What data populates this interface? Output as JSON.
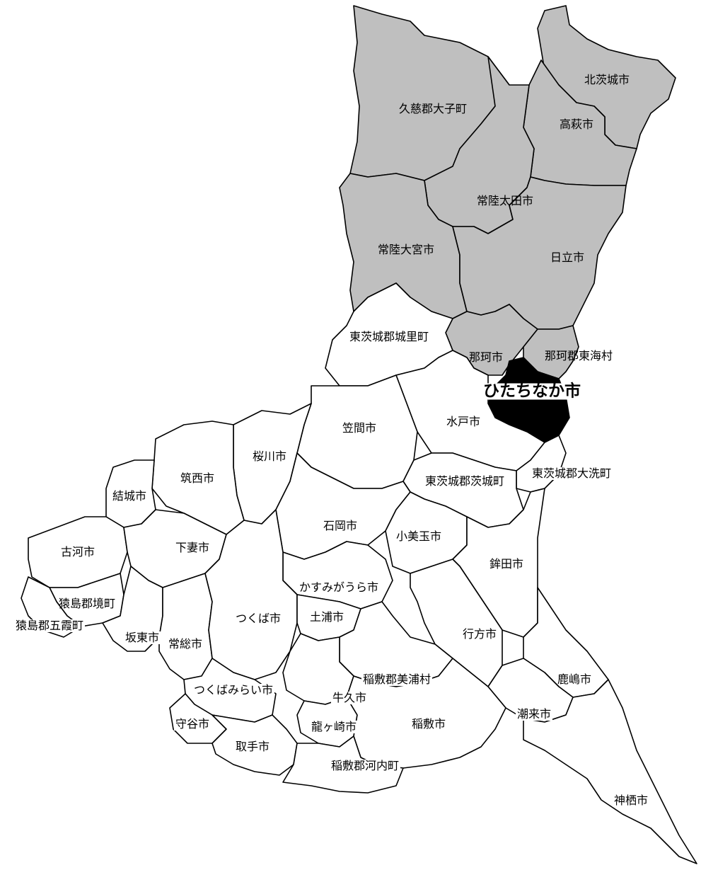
{
  "colors": {
    "highlight": "#000000",
    "neighbor": "#bfbfbf",
    "other": "#ffffff",
    "border": "#000000"
  },
  "highlight": {
    "name": "ひたちなか市"
  },
  "neighbors": [
    "久慈郡大子町",
    "北茨城市",
    "高萩市",
    "常陸太田市",
    "常陸大宮市",
    "日立市",
    "那珂市",
    "那珂郡東海村"
  ],
  "labels": {
    "daigo": "久慈郡大子町",
    "kitaibaraki": "北茨城市",
    "takahagi": "高萩市",
    "hitachiota": "常陸太田市",
    "hitachiomiya": "常陸大宮市",
    "hitachi": "日立市",
    "naka": "那珂市",
    "tokai": "那珂郡東海村",
    "hitachinaka": "ひたちなか市",
    "shirosato": "東茨城郡城里町",
    "kasama": "笠間市",
    "mito": "水戸市",
    "oarai": "東茨城郡大洗町",
    "ibarakimachi": "東茨城郡茨城町",
    "sakuragawa": "桜川市",
    "chikusei": "筑西市",
    "yuki": "結城市",
    "koga": "古河市",
    "shimotsuma": "下妻市",
    "ishioka": "石岡市",
    "omitama": "小美玉市",
    "hokota": "鉾田市",
    "kasumigaura": "かすみがうら市",
    "sakai": "猿島郡境町",
    "goka": "猿島郡五霞町",
    "bando": "坂東市",
    "joso": "常総市",
    "tsukuba": "つくば市",
    "tsuchiura": "土浦市",
    "namegata": "行方市",
    "miho": "稲敷郡美浦村",
    "kashima": "鹿嶋市",
    "tsukubamirai": "つくばみらい市",
    "ushiku": "牛久市",
    "itako": "潮来市",
    "moriya": "守谷市",
    "ryugasaki": "龍ヶ崎市",
    "inashiki": "稲敷市",
    "toride": "取手市",
    "kawachi": "稲敷郡河内町",
    "kamisu": "神栖市"
  }
}
